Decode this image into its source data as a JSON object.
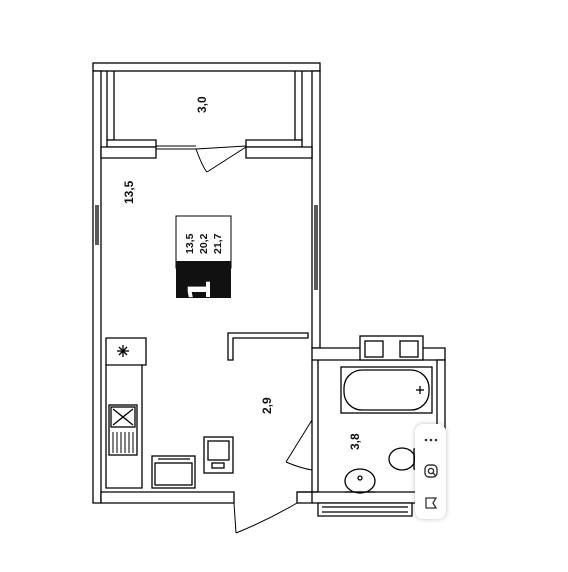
{
  "rooms": {
    "balcony_area": "3,0",
    "living_area": "13,5",
    "hall_area": "2,9",
    "bathroom_area": "3,8"
  },
  "summary": {
    "living": "13,5",
    "total": "20,2",
    "with_balcony": "21,7"
  },
  "rooms_count": "1",
  "toolbar": {
    "more_icon": "more-dots-icon",
    "lens_icon": "lens-search-icon",
    "bookmark_icon": "bookmark-icon"
  },
  "colors": {
    "wall": "#000000",
    "badge_bg": "#111111",
    "background": "#ffffff"
  }
}
